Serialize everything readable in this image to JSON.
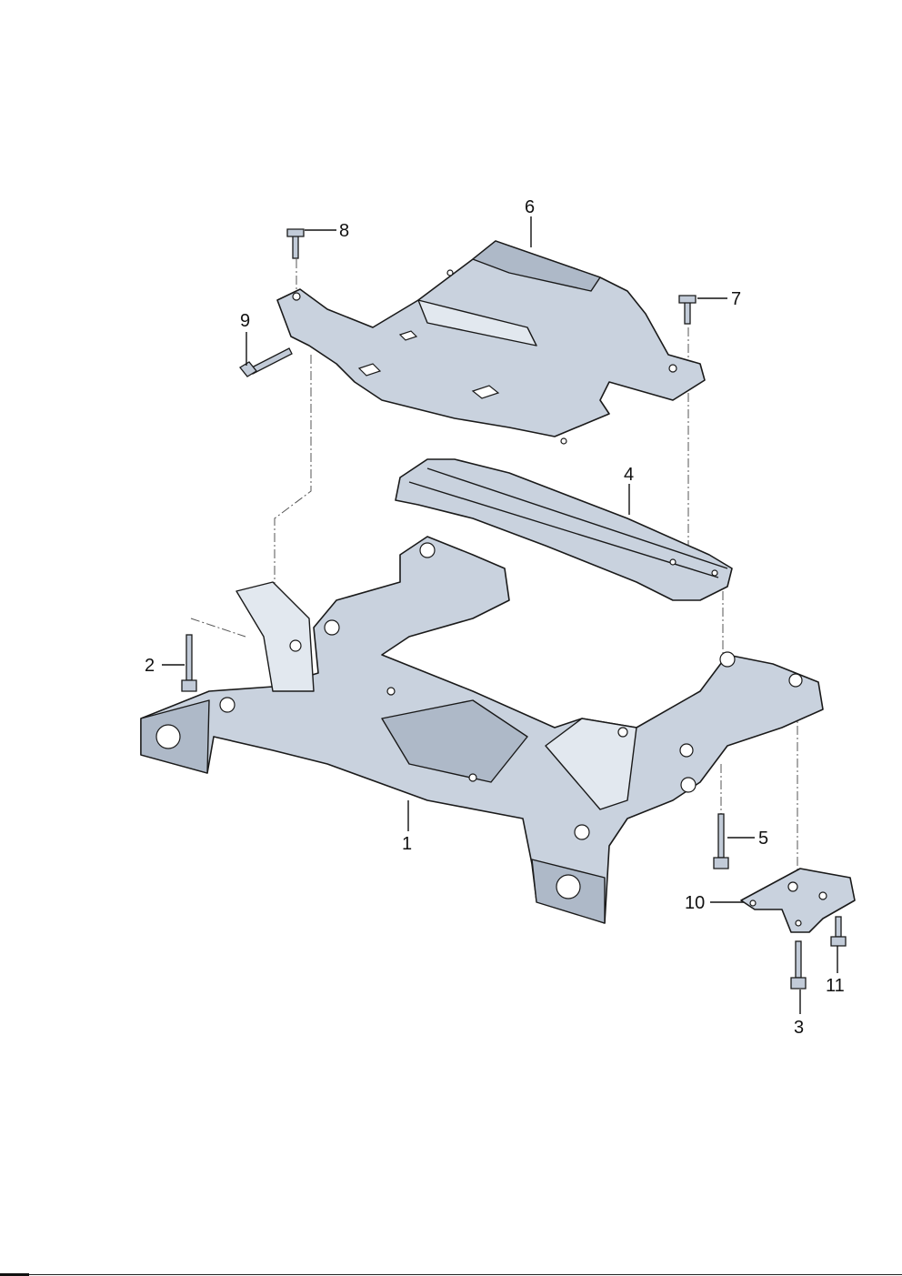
{
  "diagram": {
    "labels": [
      "1",
      "2",
      "3",
      "4",
      "5",
      "6",
      "7",
      "8",
      "9",
      "10",
      "11"
    ]
  },
  "colors": {
    "part_fill": "#c9d2de",
    "outline": "#1a1a1a"
  }
}
